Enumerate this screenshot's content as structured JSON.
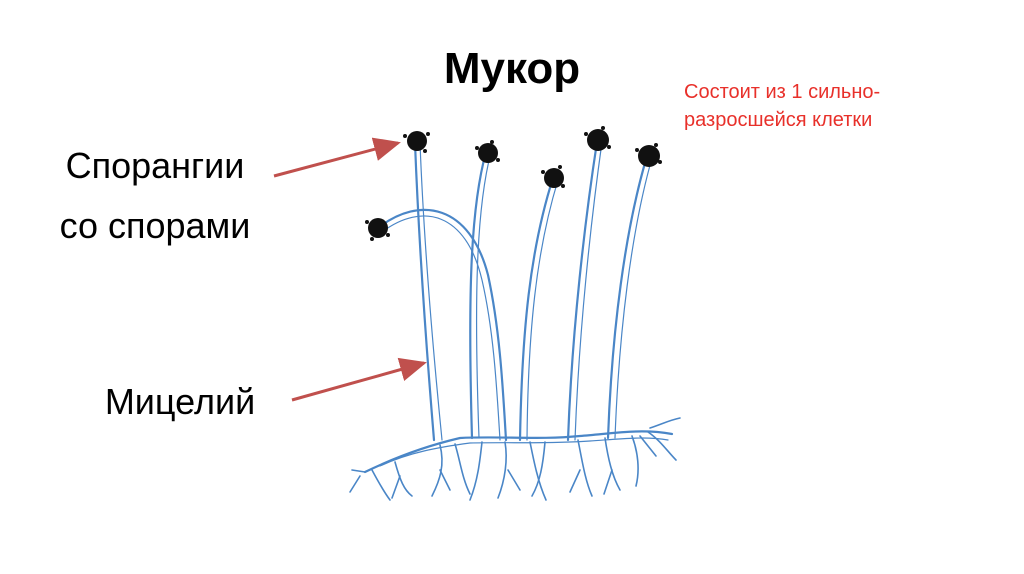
{
  "slide": {
    "title": "Мукор",
    "note_lines": [
      "Состоит из 1 сильно-",
      "разросшейся клетки"
    ],
    "label_sporangia_lines": [
      "Спорангии",
      "со спорами"
    ],
    "label_mycelium": "Мицелий"
  },
  "colors": {
    "background": "#ffffff",
    "note_text": "#e8302a",
    "arrow": "#c0504d",
    "hyphae": "#4a86c7",
    "sporangium": "#111111"
  },
  "icons": [
    "mucor-fungus-illustration",
    "arrow-right-icon"
  ]
}
